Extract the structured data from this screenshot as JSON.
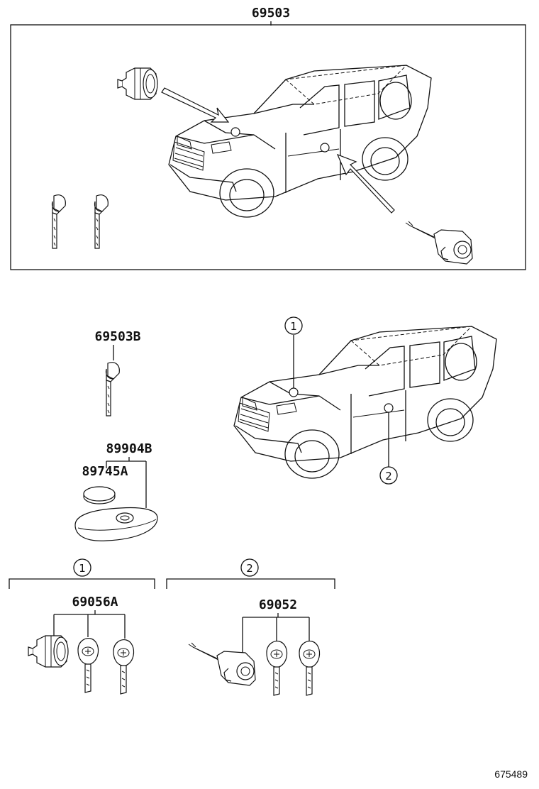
{
  "figure_number": "675489",
  "top_group": {
    "part_no": "69503"
  },
  "part_labels": {
    "key_blank": "69503B",
    "transmitter_assy": "89904B",
    "battery": "89745A",
    "ignition_set": "69056A",
    "door_lock_set": "69052"
  },
  "position_markers": {
    "ignition": "1",
    "door": "2"
  }
}
